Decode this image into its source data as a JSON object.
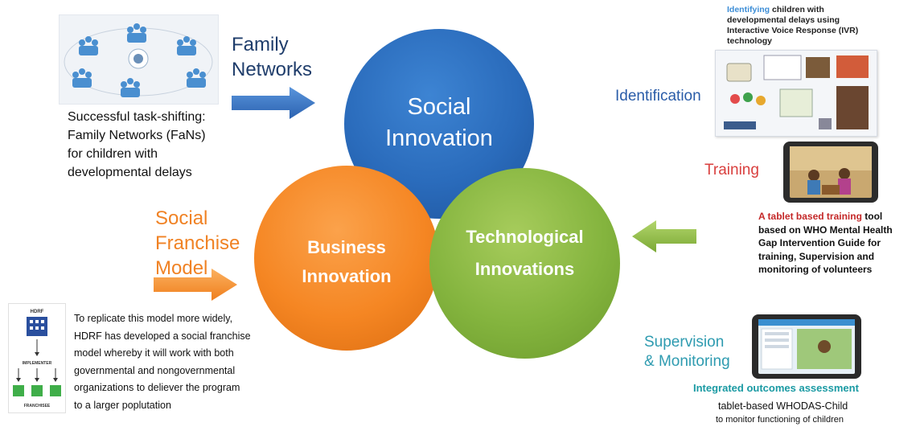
{
  "circles": {
    "social": {
      "line1": "Social",
      "line2": "Innovation"
    },
    "business": {
      "line1": "Business",
      "line2": "Innovation"
    },
    "technological": {
      "line1": "Technological",
      "line2": "Innovations"
    }
  },
  "family_networks": {
    "heading_line1": "Family",
    "heading_line2": "Networks",
    "text_lines": [
      "Successful task-shifting:",
      "Family Networks (FaNs)",
      "for children with",
      "developmental delays"
    ]
  },
  "social_franchise": {
    "heading_lines": [
      "Social",
      "Franchise",
      "Model"
    ],
    "text_lines": [
      "To replicate this model more widely,",
      "HDRF has developed a social franchise",
      "model whereby it will work with both",
      "governmental and nongovernmental",
      "organizations to deliever the program",
      "to a larger poplutation"
    ],
    "org_chart": {
      "top": "HDRF",
      "middle": "IMPLEMENTER",
      "bottom": "FRANCHISEE"
    }
  },
  "identification": {
    "heading": "Identification",
    "caption_highlight": "Identifying",
    "caption_rest_line1": " children with",
    "caption_lines": [
      "developmental delays using",
      "Interactive Voice Response (IVR)",
      "technology"
    ]
  },
  "training": {
    "heading": "Training",
    "caption_highlight": "A tablet based training",
    "caption_rest_line1": " tool",
    "caption_lines": [
      "based on WHO Mental Health",
      "Gap Intervention Guide for",
      "training, Supervision and",
      "monitoring of volunteers"
    ]
  },
  "supervision": {
    "heading_line1": "Supervision",
    "heading_line2": "& Monitoring",
    "outcomes_title": "Integrated outcomes assessment",
    "outcomes_sub1": "tablet-based WHODAS-Child",
    "outcomes_sub2": "to monitor functioning of children"
  },
  "colors": {
    "social": "#2a6bbb",
    "business": "#f58623",
    "technological": "#84b43e",
    "arrow_blue": "#3a74c4",
    "arrow_orange": "#f7902f",
    "arrow_green": "#8dba45"
  }
}
